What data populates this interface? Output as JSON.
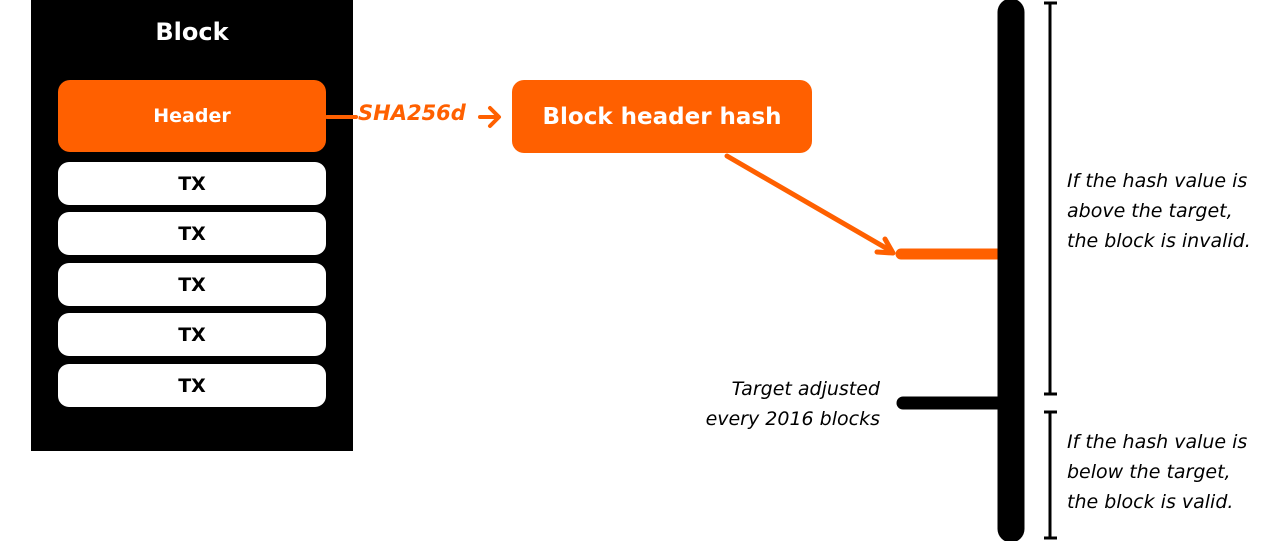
{
  "block": {
    "title": "Block",
    "header_label": "Header",
    "transactions": [
      "TX",
      "TX",
      "TX",
      "TX",
      "TX"
    ]
  },
  "hash_function_label": "SHA256d",
  "hash_box_label": "Block header hash",
  "target_note": [
    "Target adjusted",
    "every 2016 blocks"
  ],
  "above_note": [
    "If the hash value is",
    "above the target,",
    "the block is invalid."
  ],
  "below_note": [
    "If the hash value is",
    "below the target,",
    "the block is valid."
  ],
  "colors": {
    "accent": "#ff6000",
    "panel": "#000000",
    "text_light": "#ffffff"
  }
}
